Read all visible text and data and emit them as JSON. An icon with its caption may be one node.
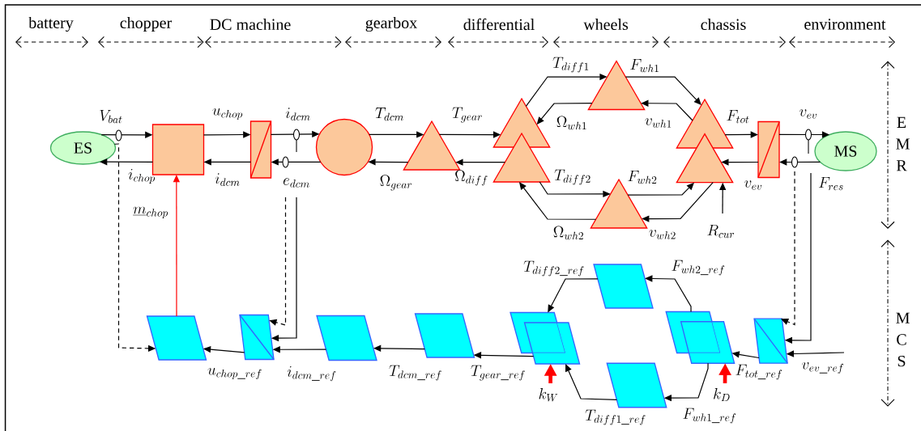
{
  "diagram": {
    "nodes": [
      {
        "text": [
          "ES"
        ]
      },
      {
        "text": [],
        "shape": "box"
      },
      {
        "text": [],
        "shape": "box"
      },
      {
        "text": [],
        "shape": "circle"
      },
      {
        "text": [],
        "shape": "triangle"
      },
      {
        "text": [],
        "shape": "triangle"
      },
      {
        "text": [],
        "shape": "triangle"
      },
      {
        "text": [],
        "shape": "triangle"
      },
      {
        "text": [],
        "shape": "triangle"
      },
      {
        "text": [],
        "shape": "triangle"
      },
      {
        "text": [],
        "shape": "triangle"
      },
      {
        "text": [],
        "shape": "box"
      },
      {
        "text": [
          "MS"
        ]
      },
      {
        "text": [],
        "shape": "parallelogram"
      },
      {
        "text": [],
        "shape": "parallelogram"
      },
      {
        "text": [],
        "shape": "parallelogram"
      },
      {
        "text": [],
        "shape": "parallelogram"
      },
      {
        "text": [],
        "shape": "parallelogram"
      },
      {
        "text": [],
        "shape": "parallelogram"
      },
      {
        "text": [],
        "shape": "parallelogram"
      },
      {
        "text": [],
        "shape": "parallelogram"
      },
      {
        "text": [],
        "shape": "parallelogram"
      },
      {
        "text": [],
        "shape": "parallelogram"
      },
      {
        "text": [],
        "shape": "parallelogram"
      }
    ],
    "edges": [
      {
        "from": 0,
        "to": 1,
        "arrow": "to",
        "label": "V_{bat}"
      },
      {
        "from": 1,
        "to": 0,
        "arrow": "to",
        "label": "i_{chop}"
      },
      {
        "from": 1,
        "to": 2,
        "arrow": "to",
        "label": "u_{chop}"
      },
      {
        "from": 2,
        "to": 1,
        "arrow": "to",
        "label": "i_{dcm}"
      },
      {
        "from": 2,
        "to": 3,
        "arrow": "to",
        "label": "i_{dcm}"
      },
      {
        "from": 3,
        "to": 2,
        "arrow": "to",
        "label": "e_{dcm}"
      },
      {
        "from": 3,
        "to": 4,
        "arrow": "to",
        "label": "T_{dcm}"
      },
      {
        "from": 4,
        "to": 3,
        "arrow": "to",
        "label": "\\Omega_{gear}"
      },
      {
        "from": 4,
        "to": 5,
        "arrow": "to",
        "label": "T_{gear}"
      },
      {
        "from": 6,
        "to": 4,
        "arrow": "to",
        "label": "\\Omega_{diff}"
      },
      {
        "from": 5,
        "to": 7,
        "arrow": "to",
        "label": "T_{diff1}"
      },
      {
        "from": 7,
        "to": 5,
        "arrow": "to",
        "label": "\\Omega_{wh1}"
      },
      {
        "from": 6,
        "to": 8,
        "arrow": "to",
        "label": "T_{diff2}"
      },
      {
        "from": 8,
        "to": 6,
        "arrow": "to",
        "label": "\\Omega_{wh2}"
      },
      {
        "from": 7,
        "to": 9,
        "arrow": "to",
        "label": "F_{wh1}"
      },
      {
        "from": 9,
        "to": 7,
        "arrow": "to",
        "label": "v_{wh1}"
      },
      {
        "from": 8,
        "to": 10,
        "arrow": "to",
        "label": "F_{wh2}"
      },
      {
        "from": 10,
        "to": 8,
        "arrow": "to",
        "label": "v_{wh2}"
      },
      {
        "from": 9,
        "to": 11,
        "arrow": "to",
        "label": "F_{tot}"
      },
      {
        "from": 11,
        "to": 10,
        "arrow": "to",
        "label": "v_{ev}"
      },
      {
        "from": 11,
        "to": 12,
        "arrow": "to",
        "label": "v_{ev}"
      },
      {
        "from": 12,
        "to": 11,
        "arrow": "to",
        "label": "F_{res}"
      },
      {
        "from": null,
        "to": 10,
        "arrow": "to",
        "label": "R_{cur}"
      },
      {
        "from": 13,
        "to": 1,
        "arrow": "to",
        "label": "\\underline{m}_{chop}",
        "color": "#ff0000"
      },
      {
        "from": 0,
        "to": 13,
        "arrow": "to",
        "style": "dashed"
      },
      {
        "from": null,
        "to": 14,
        "arrow": "to",
        "style": "dashed"
      },
      {
        "from": null,
        "to": 14,
        "arrow": "to"
      },
      {
        "from": 14,
        "to": 13,
        "arrow": "to",
        "label": "u_{chop\\_ref}"
      },
      {
        "from": 15,
        "to": 14,
        "arrow": "to",
        "label": "i_{dcm\\_ref}"
      },
      {
        "from": 16,
        "to": 15,
        "arrow": "to",
        "label": "T_{dcm\\_ref}"
      },
      {
        "from": 18,
        "to": 16,
        "arrow": "to",
        "label": "T_{gear\\_ref}"
      },
      {
        "from": 19,
        "to": 17,
        "arrow": "to",
        "label": "T_{diff2\\_ref}"
      },
      {
        "from": 20,
        "to": 18,
        "arrow": "to",
        "label": "T_{diff1\\_ref}"
      },
      {
        "from": 21,
        "to": 19,
        "arrow": "to",
        "label": "F_{wh2\\_ref}"
      },
      {
        "from": 22,
        "to": 20,
        "arrow": "to",
        "label": "F_{wh1\\_ref}"
      },
      {
        "from": 23,
        "to": 22,
        "arrow": "to",
        "label": "F_{tot\\_ref}"
      },
      {
        "from": null,
        "to": 23,
        "arrow": "to",
        "label": "v_{ev\\_ref}"
      },
      {
        "from": null,
        "to": 23,
        "arrow": "to",
        "style": "dashed"
      },
      {
        "from": null,
        "to": 23,
        "arrow": "to"
      },
      {
        "from": null,
        "to": 18,
        "arrow": "to",
        "label": "k_W",
        "style": "thick",
        "color": "#ff0000"
      },
      {
        "from": null,
        "to": 22,
        "arrow": "to",
        "label": "k_D",
        "style": "thick",
        "color": "#ff0000"
      }
    ],
    "labels": [
      "battery",
      "chopper",
      "DC machine",
      "gearbox",
      "differential",
      "wheels",
      "chassis",
      "environment",
      "E M R",
      "M C S"
    ]
  }
}
